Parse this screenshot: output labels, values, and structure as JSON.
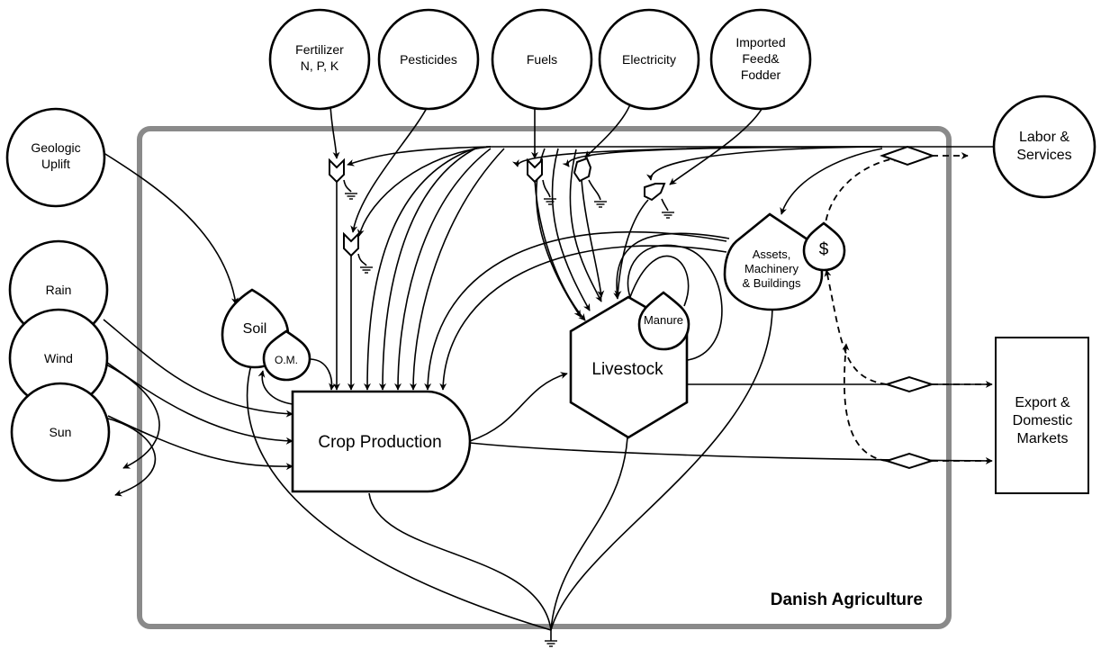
{
  "diagram": {
    "system_label": "Danish Agriculture",
    "sources": {
      "fertilizer": [
        "Fertilizer",
        "N, P, K"
      ],
      "pesticides": "Pesticides",
      "fuels": "Fuels",
      "electricity": "Electricity",
      "imported_feed": [
        "Imported",
        "Feed&",
        "Fodder"
      ],
      "geologic_uplift": [
        "Geologic",
        "Uplift"
      ],
      "rain": "Rain",
      "wind": "Wind",
      "sun": "Sun",
      "labor_services": [
        "Labor &",
        "Services"
      ]
    },
    "storages": {
      "soil": "Soil",
      "organic_matter": "O.M.",
      "manure": "Manure",
      "assets": [
        "Assets,",
        "Machinery",
        "& Buildings"
      ],
      "money": "$"
    },
    "producers": {
      "crop_production": "Crop Production",
      "livestock": "Livestock"
    },
    "sinks": {
      "markets": [
        "Export &",
        "Domestic",
        "Markets"
      ]
    }
  }
}
